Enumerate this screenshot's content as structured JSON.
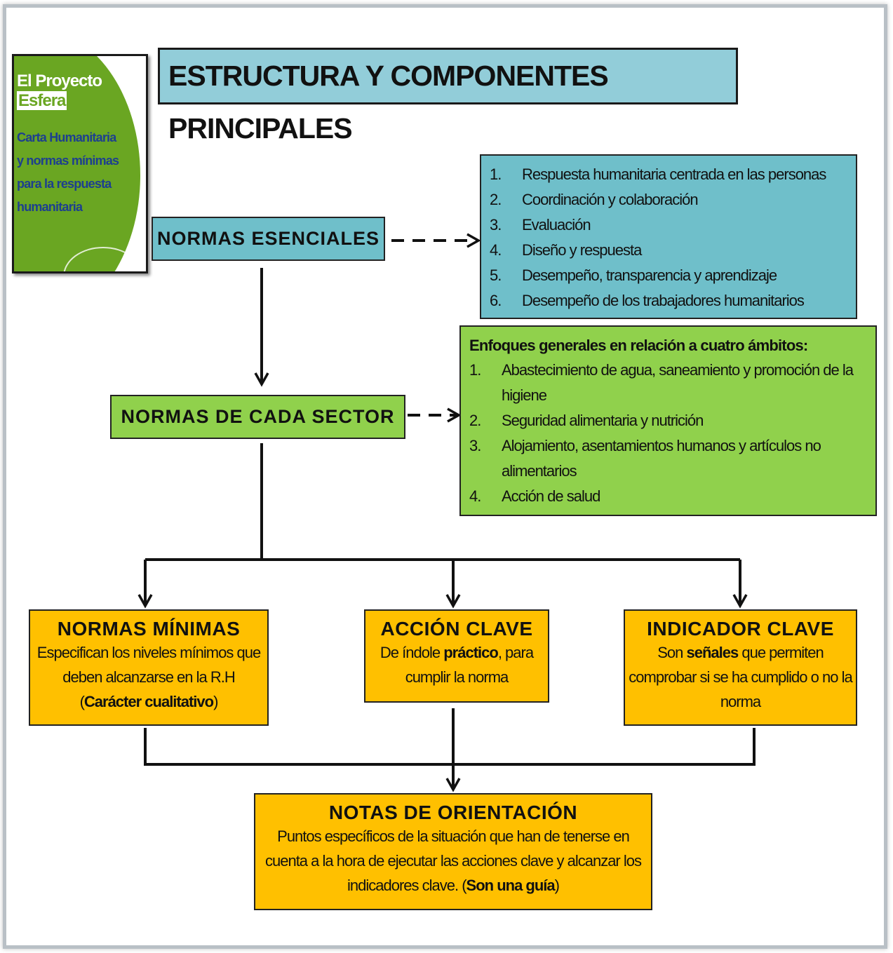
{
  "cover": {
    "brand_part1": "El Proyecto",
    "brand_part2": "Esfera",
    "subtitle": "Carta Humanitaria y normas mínimas para la respuesta humanitaria"
  },
  "title": "ESTRUCTURA Y COMPONENTES PRINCIPALES",
  "normas_esenciales": {
    "label": "NORMAS ESENCIALES",
    "items": [
      {
        "num": "1.",
        "text": "Respuesta humanitaria centrada en las personas"
      },
      {
        "num": "2.",
        "text": "Coordinación y colaboración"
      },
      {
        "num": "3.",
        "text": "Evaluación"
      },
      {
        "num": "4.",
        "text": "Diseño y respuesta"
      },
      {
        "num": "5.",
        "text": "Desempeño, transparencia y aprendizaje"
      },
      {
        "num": "6.",
        "text": "Desempeño de los trabajadores humanitarios"
      }
    ]
  },
  "normas_sector": {
    "label": "NORMAS DE CADA SECTOR",
    "heading": "Enfoques generales en relación a cuatro ámbitos:",
    "items": [
      {
        "num": "1.",
        "text": "Abastecimiento de agua, saneamiento y promoción de la higiene"
      },
      {
        "num": "2.",
        "text": "Seguridad alimentaria y nutrición"
      },
      {
        "num": "3.",
        "text": "Alojamiento, asentamientos humanos y artículos no alimentarios"
      },
      {
        "num": "4.",
        "text": "Acción de salud"
      }
    ]
  },
  "normas_minimas": {
    "title": "NORMAS MÍNIMAS",
    "text1": "Especifican los niveles mínimos que deben alcanzarse en la R.H (",
    "bold": "Carácter cualitativo",
    "text2": ")"
  },
  "accion_clave": {
    "title": "ACCIÓN CLAVE",
    "text1": "De índole ",
    "bold": "práctico",
    "text2": ", para cumplir la norma"
  },
  "indicador_clave": {
    "title": "INDICADOR CLAVE",
    "text1": "Son ",
    "bold": "señales",
    "text2": " que permiten comprobar si se ha cumplido o no la norma"
  },
  "notas": {
    "title": "NOTAS DE ORIENTACIÓN",
    "text1": "Puntos específicos de la situación que han de tenerse en cuenta a la hora de ejecutar las acciones clave y alcanzar los indicadores clave. (",
    "bold": "Son una guía",
    "text2": ")"
  },
  "colors": {
    "blue": "#6fbfca",
    "title_blue": "#92cdd9",
    "green": "#90d14c",
    "yellow": "#ffc000"
  }
}
